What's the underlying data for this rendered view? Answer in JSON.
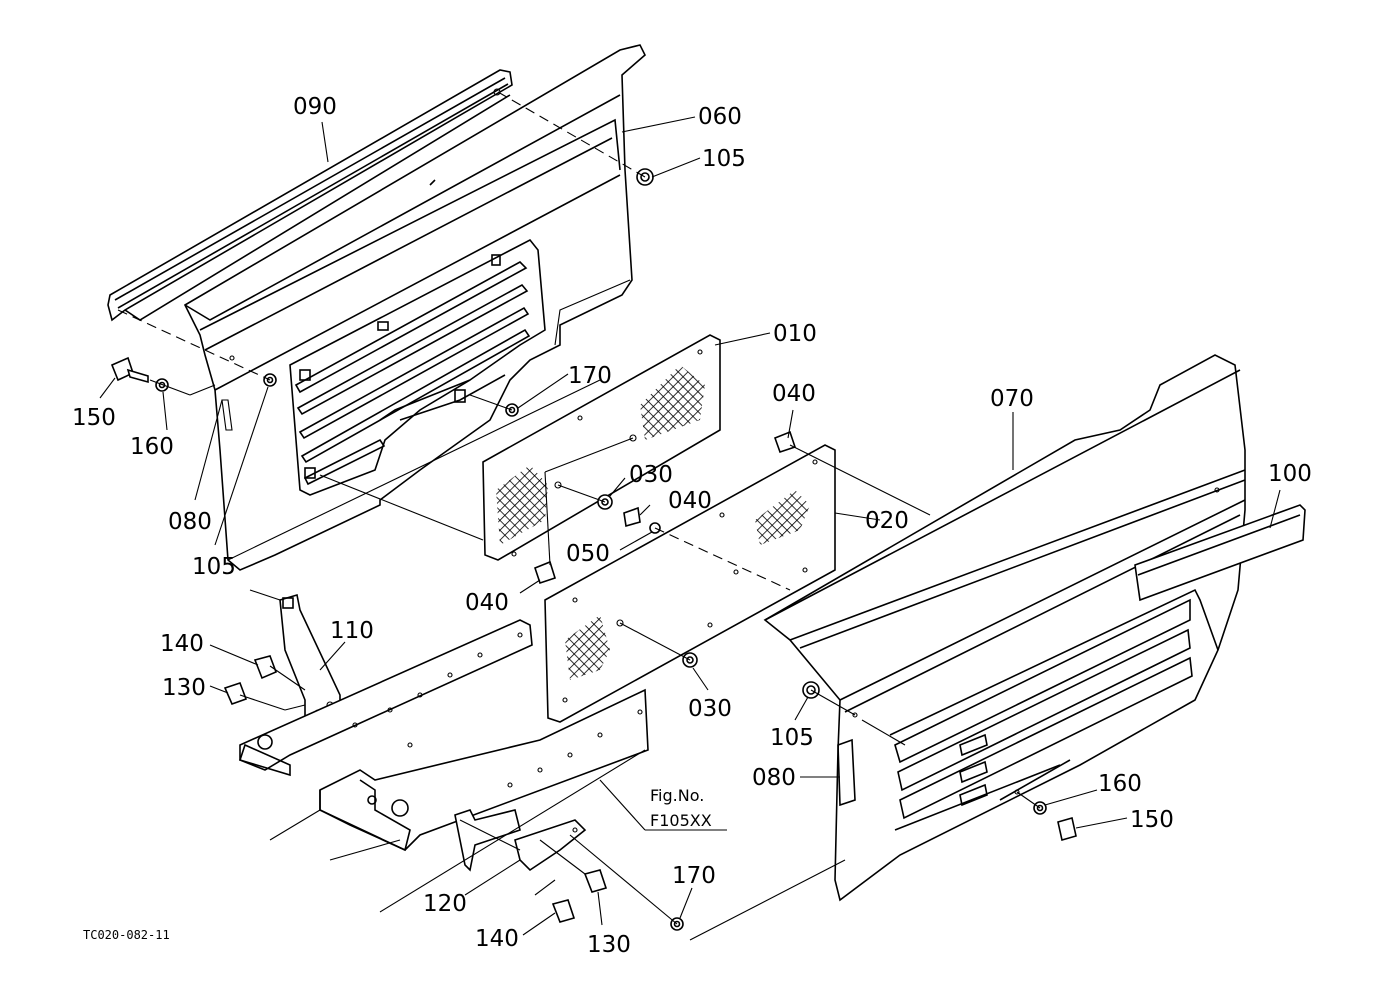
{
  "diagram": {
    "drawing_code": "TC020-082-11",
    "reference": {
      "line1": "Fig.No.",
      "line2": "F105XX"
    },
    "labels": {
      "p090": "090",
      "p060": "060",
      "p105_top": "105",
      "p010": "010",
      "p170_top": "170",
      "p040_right": "040",
      "p070": "070",
      "p100": "100",
      "p150_left": "150",
      "p160_left": "160",
      "p080_left": "080",
      "p105_left": "105",
      "p030_top": "030",
      "p040_mid": "040",
      "p050": "050",
      "p020": "020",
      "p040_bottom": "040",
      "p140_left": "140",
      "p110": "110",
      "p130_left": "130",
      "p030_bottom": "030",
      "p105_right": "105",
      "p080_right": "080",
      "p160_right": "160",
      "p150_right": "150",
      "p170_bottom": "170",
      "p120": "120",
      "p140_bottom": "140",
      "p130_bottom": "130"
    }
  }
}
